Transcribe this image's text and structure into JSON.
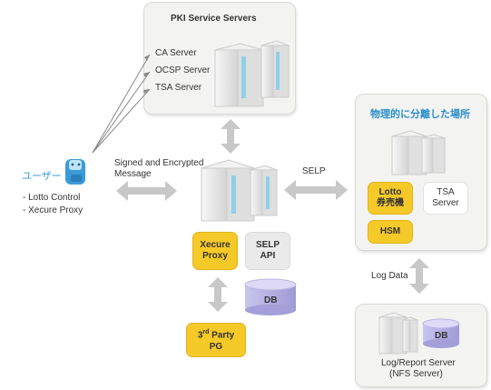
{
  "pki": {
    "title": "PKI Service Servers",
    "servers": [
      "CA Server",
      "OCSP Server",
      "TSA Server"
    ]
  },
  "user": {
    "label": "ユーザー",
    "items": [
      "- Lotto Control",
      "- Xecure Proxy"
    ]
  },
  "link_signed": {
    "line1": "Signed and Encrypted",
    "line2": "Message"
  },
  "link_selp": "SELP",
  "center": {
    "xecure_proxy": [
      "Xecure",
      "Proxy"
    ],
    "selp_api": [
      "SELP",
      "API"
    ],
    "db": "DB",
    "third_party": {
      "superscript_prefix": "3",
      "sup": "rd",
      "line1_rest": " Party",
      "line2": "PG"
    }
  },
  "secure_site": {
    "title": "物理的に分離した場所",
    "lotto": [
      "Lotto",
      "券売機"
    ],
    "tsa": [
      "TSA",
      "Server"
    ],
    "hsm": "HSM"
  },
  "link_log": "Log Data",
  "log_server": {
    "db": "DB",
    "line1": "Log/Report Server",
    "line2": "(NFS Server)"
  },
  "colors": {
    "accent_yellow": "#f4c928",
    "panel_gray": "#f3f3f1",
    "arrow_gray": "#c8c8c8",
    "db_purple": "#b8b4e2",
    "title_blue": "#2b8fc8",
    "user_blue": "#3a9bd8"
  }
}
